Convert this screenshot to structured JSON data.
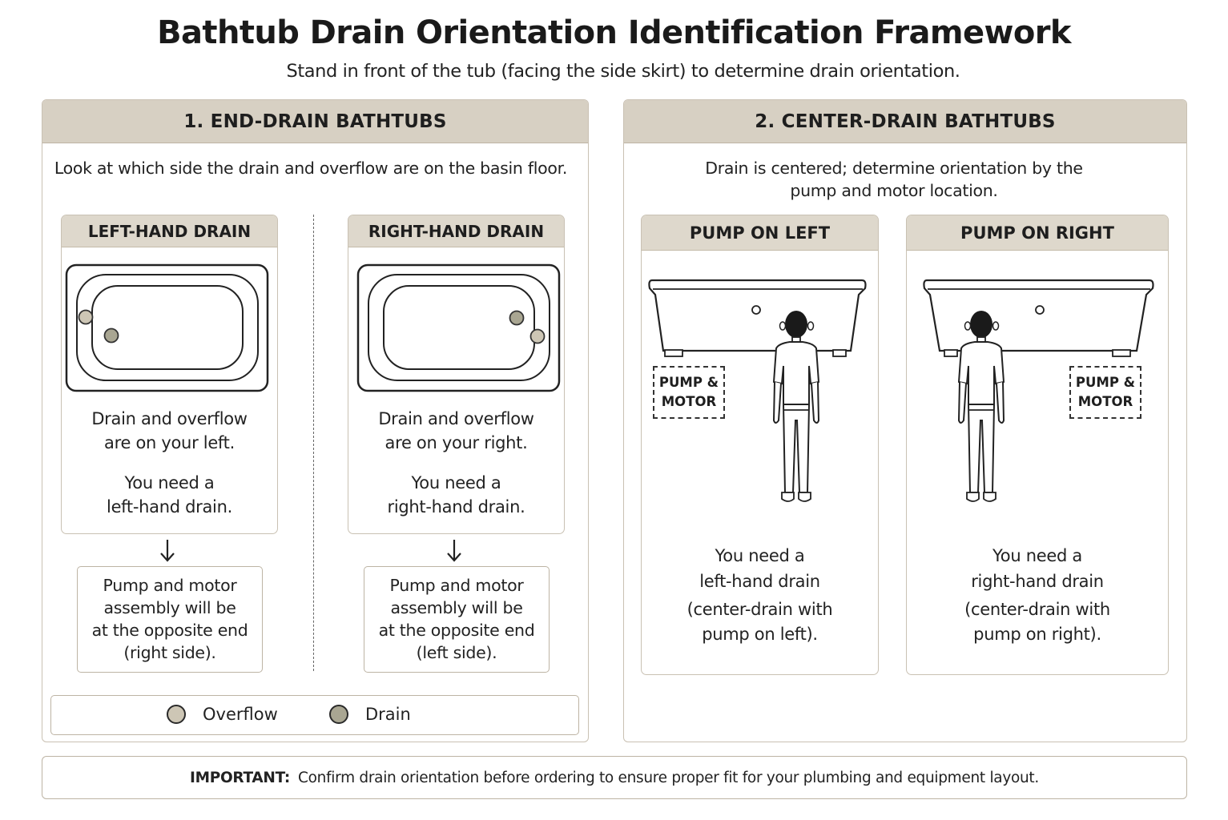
{
  "header": {
    "title": "Bathtub Drain Orientation Identification Framework",
    "subtitle": "Stand in front of the tub (facing the side skirt) to determine drain orientation."
  },
  "end_drain": {
    "title": "1. END-DRAIN BATHTUBS",
    "instruction": "Look at which side the drain and overflow are on the basin floor.",
    "left": {
      "title": "LEFT-HAND DRAIN",
      "line1": "Drain and overflow",
      "line2": "are on your left.",
      "line3": "You need a",
      "line4": "left-hand drain.",
      "note1": "Pump and motor",
      "note2": "assembly will be",
      "note3": "at the opposite end",
      "note4": "(right side)."
    },
    "right": {
      "title": "RIGHT-HAND DRAIN",
      "line1": "Drain and overflow",
      "line2": "are on your right.",
      "line3": "You need a",
      "line4": "right-hand drain.",
      "note1": "Pump and motor",
      "note2": "assembly will be",
      "note3": "at the opposite end",
      "note4": "(left side)."
    },
    "legend": {
      "overflow": "Overflow",
      "drain": "Drain",
      "overflow_color": "#cdc6b5",
      "drain_color": "#a9a692"
    }
  },
  "center_drain": {
    "title": "2. CENTER-DRAIN BATHTUBS",
    "instruction1": "Drain is centered; determine orientation by the",
    "instruction2": "pump and motor location.",
    "left": {
      "title": "PUMP ON LEFT",
      "pump1": "PUMP &",
      "pump2": "MOTOR",
      "line1": "You need a",
      "line2": "left-hand drain",
      "line3": "(center-drain with",
      "line4": "pump on left)."
    },
    "right": {
      "title": "PUMP ON RIGHT",
      "pump1": "PUMP &",
      "pump2": "MOTOR",
      "line1": "You need a",
      "line2": "right-hand drain",
      "line3": "(center-drain with",
      "line4": "pump on right)."
    }
  },
  "footer": {
    "label": "IMPORTANT:",
    "text": "Confirm drain orientation before ordering to ensure proper fit for your plumbing and equipment layout."
  },
  "colors": {
    "panel_header": "#d7d0c3",
    "card_header": "#ded8cc",
    "border": "#c9c1b3"
  }
}
